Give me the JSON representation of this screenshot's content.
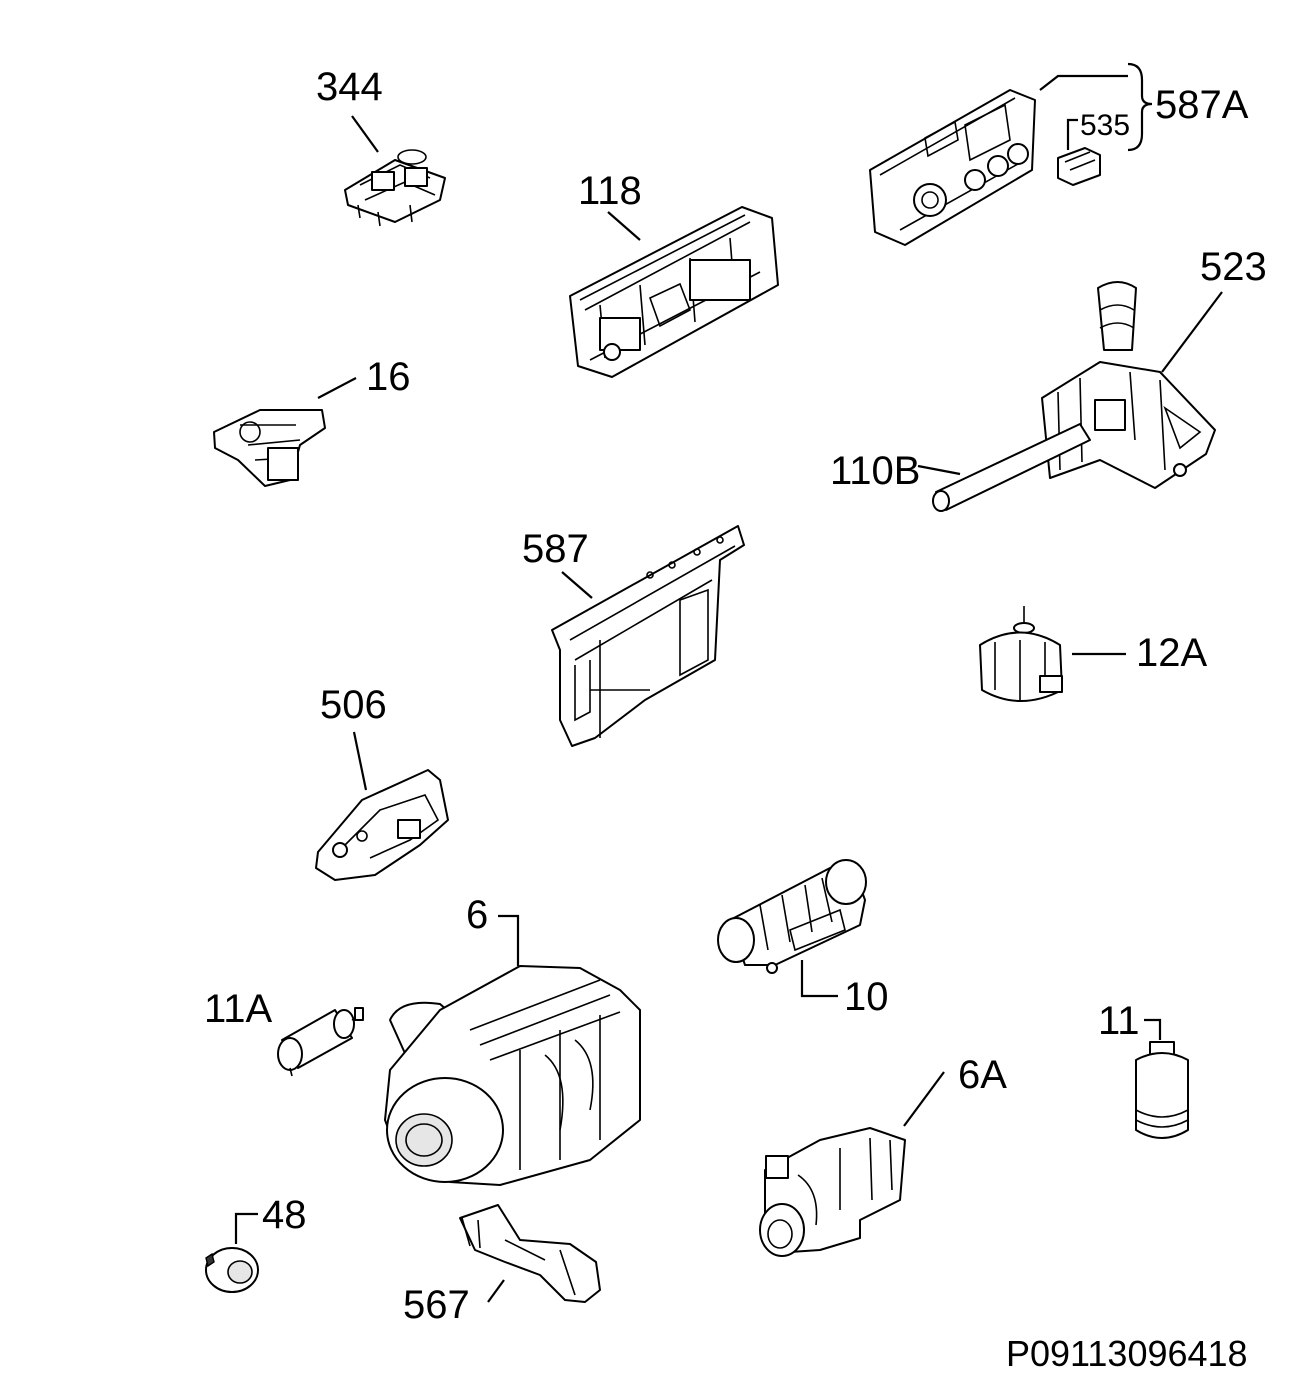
{
  "labels": {
    "p344": "344",
    "p118": "118",
    "p587A": "587A",
    "p535": "535",
    "p523": "523",
    "p16": "16",
    "p110B": "110B",
    "p587": "587",
    "p12A": "12A",
    "p506": "506",
    "p6": "6",
    "p10": "10",
    "p11A": "11A",
    "p11": "11",
    "p6A": "6A",
    "p48": "48",
    "p567": "567"
  },
  "diagram_code": "P09113096418"
}
